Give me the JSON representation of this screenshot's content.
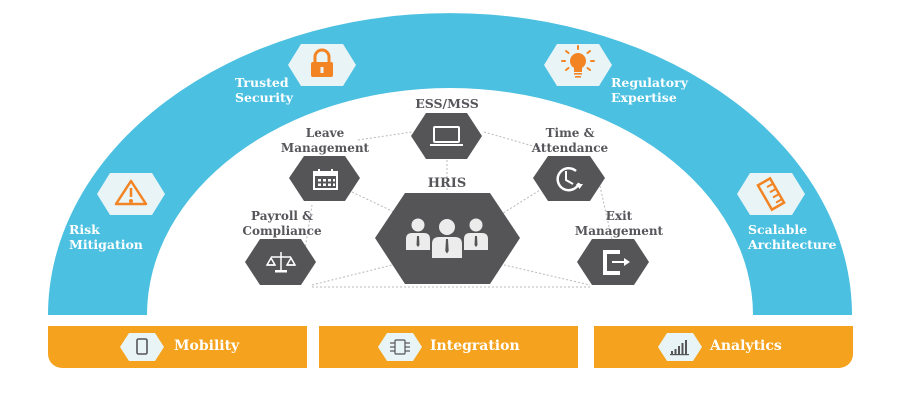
{
  "colors": {
    "arc": "#4bc0e0",
    "hex_light": "#e9f4f7",
    "hex_dark": "#555558",
    "accent_orange": "#f28423",
    "bar_orange": "#f5a31e",
    "dotted_line": "#b5b5b5"
  },
  "arc_items": [
    {
      "id": "risk",
      "label_line1": "Risk",
      "label_line2": "Mitigation",
      "icon": "warning-triangle-icon"
    },
    {
      "id": "security",
      "label_line1": "Trusted",
      "label_line2": "Security",
      "icon": "padlock-icon"
    },
    {
      "id": "regulatory",
      "label_line1": "Regulatory",
      "label_line2": "Expertise",
      "icon": "lightbulb-icon"
    },
    {
      "id": "scalable",
      "label_line1": "Scalable",
      "label_line2": "Architecture",
      "icon": "ruler-icon"
    }
  ],
  "modules": [
    {
      "id": "ess",
      "label_line1": "ESS/MSS",
      "label_line2": "",
      "icon": "laptop-icon"
    },
    {
      "id": "leave",
      "label_line1": "Leave",
      "label_line2": "Management",
      "icon": "calendar-icon"
    },
    {
      "id": "time",
      "label_line1": "Time &",
      "label_line2": "Attendance",
      "icon": "clock-icon"
    },
    {
      "id": "payroll",
      "label_line1": "Payroll &",
      "label_line2": "Compliance",
      "icon": "scales-icon"
    },
    {
      "id": "exit",
      "label_line1": "Exit",
      "label_line2": "Management",
      "icon": "exit-door-icon"
    }
  ],
  "hub": {
    "label": "HRIS",
    "icon": "people-group-icon"
  },
  "bottom_bars": [
    {
      "id": "mobility",
      "label": "Mobility",
      "icon": "mobile-phone-icon"
    },
    {
      "id": "integration",
      "label": "Integration",
      "icon": "chip-icon"
    },
    {
      "id": "analytics",
      "label": "Analytics",
      "icon": "bar-chart-icon"
    }
  ]
}
